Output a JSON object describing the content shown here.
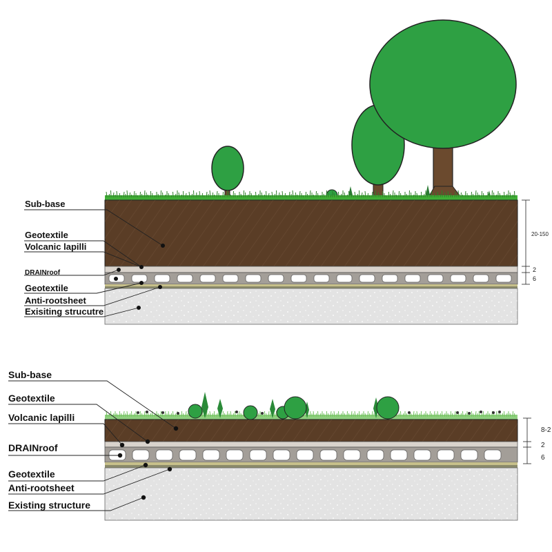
{
  "colors": {
    "soil": "#5a3d26",
    "lapilli": "#d9d3cc",
    "drain": "#a39e98",
    "drain_cell": "#ffffff",
    "geotextile": "#c7c08a",
    "structure": "#e3e3e3",
    "foliage": "#2ea043",
    "trunk": "#6b4a2e",
    "grass": "#3fae35",
    "leader": "#222222"
  },
  "top_section": {
    "labels": {
      "sub_base": "Sub-base",
      "geotextile_1": "Geotextile",
      "volcanic_lapilli": "Volcanic lapilli",
      "drainroof": "DRAINroof",
      "geotextile_2": "Geotextile",
      "anti_rootsheet": "Anti-rootsheet",
      "existing_structure": "Exisiting strucutre"
    },
    "dimensions": {
      "sub_base": "20-150",
      "lapilli": "2",
      "drain": "6"
    },
    "vegetation": [
      "small-tree",
      "shrub",
      "medium-tree",
      "large-tree",
      "grass"
    ]
  },
  "bottom_section": {
    "labels": {
      "sub_base": "Sub-base",
      "geotextile_1": "Geotextile",
      "volcanic_lapilli": "Volcanic lapilli",
      "drainroof": "DRAINroof",
      "geotextile_2": "Geotextile",
      "anti_rootsheet": "Anti-rootsheet",
      "existing_structure": "Existing structure"
    },
    "dimensions": {
      "sub_base": "8-2",
      "lapilli": "2",
      "drain": "6"
    },
    "vegetation": [
      "shrubs",
      "ferns",
      "grass",
      "flowers"
    ]
  }
}
